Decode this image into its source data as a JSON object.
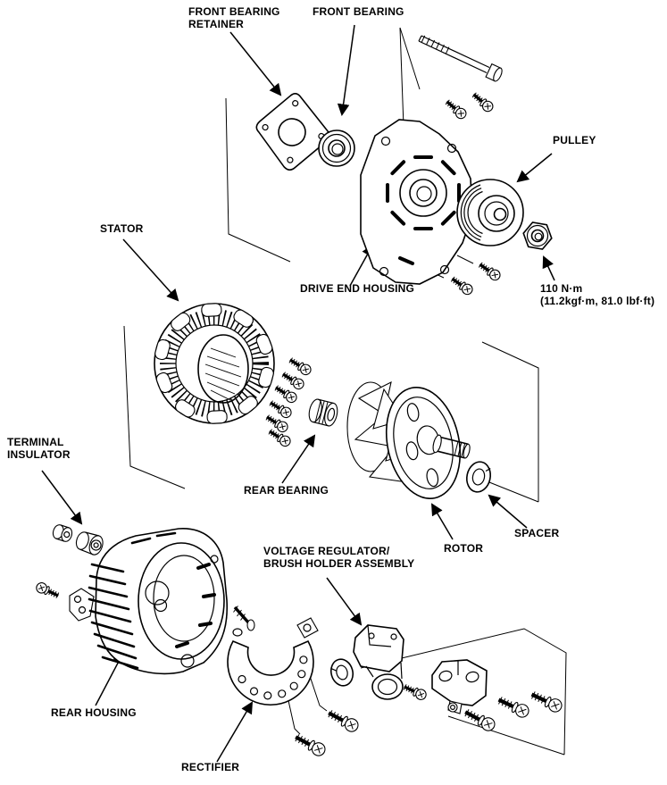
{
  "callouts": {
    "front_bearing_retainer": "FRONT BEARING\nRETAINER",
    "front_bearing": "FRONT BEARING",
    "pulley": "PULLEY",
    "torque_note": "110 N·m\n(11.2kgf·m, 81.0 lbf·ft)",
    "stator": "STATOR",
    "drive_end_housing": "DRIVE END HOUSING",
    "terminal_insulator": "TERMINAL\nINSULATOR",
    "rear_bearing": "REAR BEARING",
    "rotor": "ROTOR",
    "spacer": "SPACER",
    "rear_housing": "REAR HOUSING",
    "voltage_regulator": "VOLTAGE REGULATOR/\nBRUSH HOLDER ASSEMBLY",
    "rectifier": "RECTIFIER"
  },
  "colors": {
    "ink": "#000000",
    "background": "#ffffff"
  }
}
